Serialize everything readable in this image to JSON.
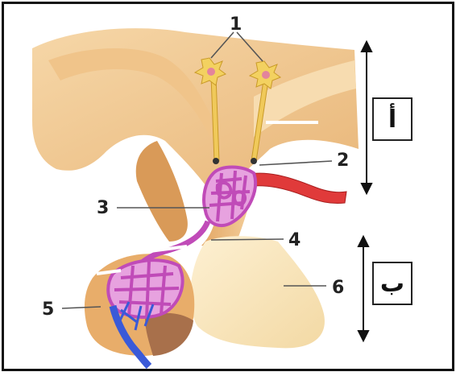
{
  "labels": {
    "l1": "1",
    "l2": "2",
    "l3": "3",
    "l4": "4",
    "l5": "5",
    "l6": "6"
  },
  "region_labels": {
    "a": "أ",
    "b": "ب"
  },
  "colors": {
    "brain_tissue": "#f2ca96",
    "neuron": "#f2cf5a",
    "capillary": "#c04bb8",
    "artery": "#e03a3a",
    "vein": "#3a5ad8",
    "posterior_lobe": "#fbe6bd",
    "anterior_lobe": "#e7ad6d"
  }
}
